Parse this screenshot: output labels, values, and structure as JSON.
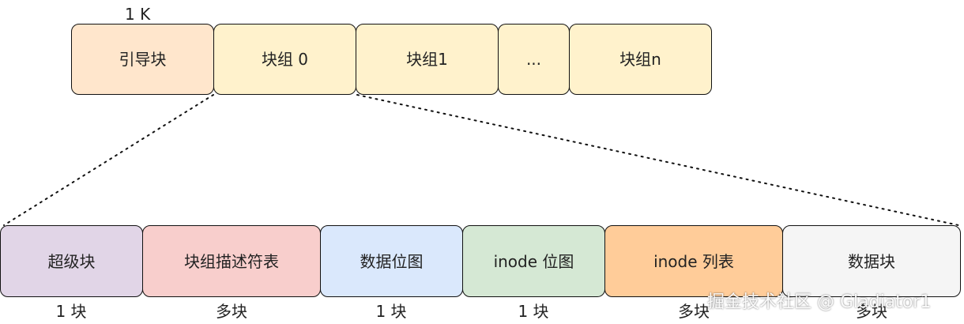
{
  "top_row": {
    "size_label": "1 K",
    "boxes": [
      {
        "label": "引导块",
        "color": "#ffe6cc"
      },
      {
        "label": "块组 0",
        "color": "#fff2cc"
      },
      {
        "label": "块组1",
        "color": "#fff2cc"
      },
      {
        "label": "...",
        "color": "#fff2cc"
      },
      {
        "label": "块组n",
        "color": "#fff2cc"
      }
    ]
  },
  "bottom_row": {
    "boxes": [
      {
        "label": "超级块",
        "count": "1 块",
        "color": "#e1d5e7"
      },
      {
        "label": "块组描述符表",
        "count": "多块",
        "color": "#f8cecc"
      },
      {
        "label": "数据位图",
        "count": "1 块",
        "color": "#dae8fc"
      },
      {
        "label": "inode 位图",
        "count": "1 块",
        "color": "#d5e8d4"
      },
      {
        "label": "inode 列表",
        "count": "多块",
        "color": "#ffcc99"
      },
      {
        "label": "数据块",
        "count": "多块",
        "color": "#f5f5f5"
      }
    ]
  },
  "watermark": "掘金技术社区 @ Gladiator1"
}
